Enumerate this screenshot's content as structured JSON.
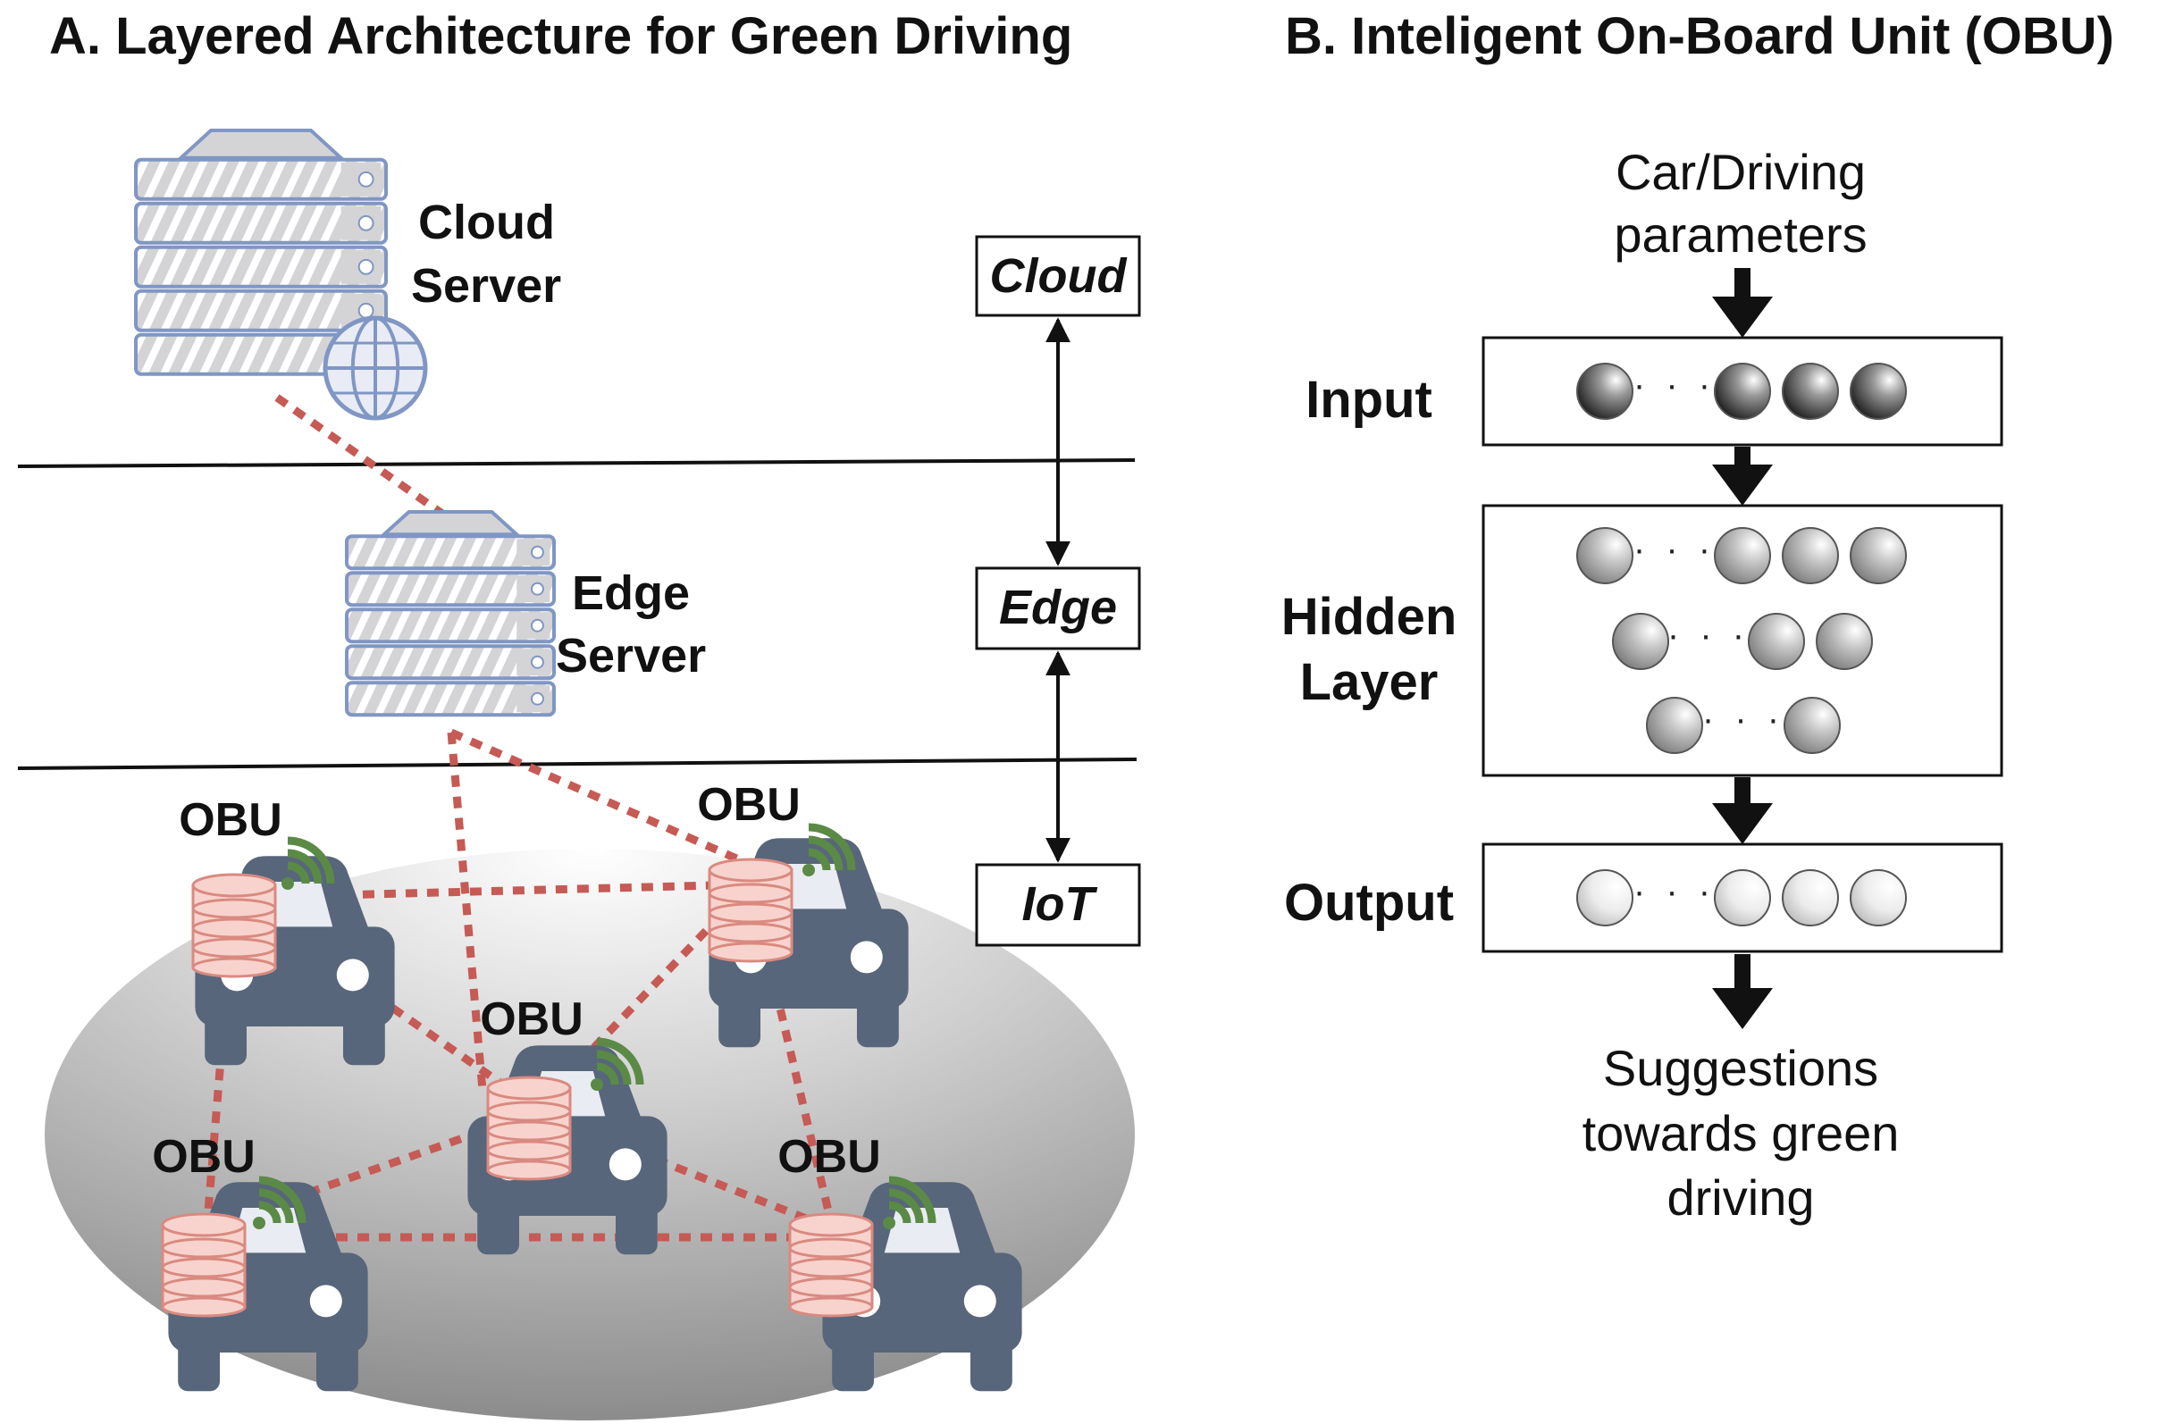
{
  "panel_a": {
    "title": "A. Layered Architecture for Green Driving",
    "cloud_server_label": [
      "Cloud",
      "Server"
    ],
    "edge_server_label": [
      "Edge",
      "Server"
    ],
    "layers": [
      "Cloud",
      "Edge",
      "IoT"
    ],
    "obu_label": "OBU"
  },
  "panel_b": {
    "title": "B. Inteligent On-Board Unit (OBU)",
    "input_caption": [
      "Car/Driving",
      "parameters"
    ],
    "input_label": "Input",
    "hidden_label": [
      "Hidden",
      "Layer"
    ],
    "output_label": "Output",
    "output_caption": [
      "Suggestions",
      "towards green",
      "driving"
    ],
    "ellipsis": "· · ·"
  },
  "colors": {
    "server_fill": "#d4d4d6",
    "server_stroke": "#8096c4",
    "link": "#c65a55",
    "car": "#57667a",
    "wifi": "#5a8a46",
    "db_fill": "#f8d3cd",
    "db_stroke": "#d98a80"
  }
}
